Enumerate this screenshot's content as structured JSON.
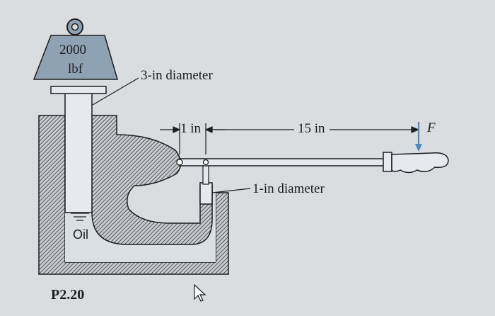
{
  "figure": {
    "weight_line1": "2000",
    "weight_line2": "lbf",
    "large_piston_diameter": "3-in diameter",
    "short_arm_length": "1 in",
    "long_arm_length": "15 in",
    "force_symbol": "F",
    "small_piston_diameter": "1-in diameter",
    "fluid_label": "Oil",
    "problem_number": "P2.20"
  },
  "colors": {
    "background": "#d9dde0",
    "ink": "#1d1d1d",
    "weight_fill": "#8fa2b3",
    "hatch_fill": "#c9cdd2",
    "oil_fill": "#dadfe4",
    "force_arrow": "#4b86c6"
  },
  "icons": [
    "ring-icon",
    "cursor-icon"
  ]
}
